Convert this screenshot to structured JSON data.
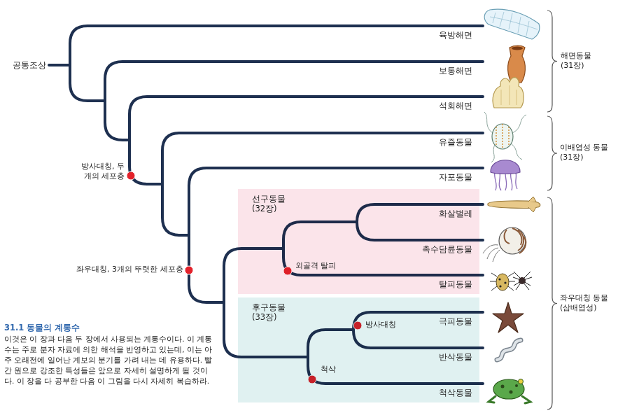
{
  "diagram": {
    "title": "31.1 동물의 계통수",
    "caption": "이것은 이 장과 다음 두 장에서 사용되는 계통수이다. 이 계통수는 주로 분자 자료에 의한 해석을 반영하고 있는데, 이는 아주 오래전에 일어난 계보의 분기를 가려 내는 데 유용하다. 빨간 원으로 강조한 특성들은 앞으로 자세히 설명하게 될 것이다. 이 장을 다 공부한 다음 이 그림을 다시 자세히 복습하라.",
    "nodes": [
      {
        "text": [
          "선구동물 (32장)"
        ]
      },
      {
        "text": [
          "후구동물 (33장)"
        ]
      }
    ],
    "labels": [
      "공통조상",
      "육방해면",
      "보통해면",
      "석회해면",
      "유즐동물",
      "자포동물",
      "화살벌레",
      "촉수담륜동물",
      "탈피동물",
      "극피동물",
      "반삭동물",
      "척삭동물",
      "해면동물 (31장)",
      "이배엽성 동물 (31장)",
      "좌우대칭 동물 (삼배엽성)",
      "방사대칭, 두 개의 세포층",
      "좌우대칭, 3개의 뚜렷한 세포층",
      "외골격 탈피",
      "방사대칭",
      "척삭"
    ]
  }
}
